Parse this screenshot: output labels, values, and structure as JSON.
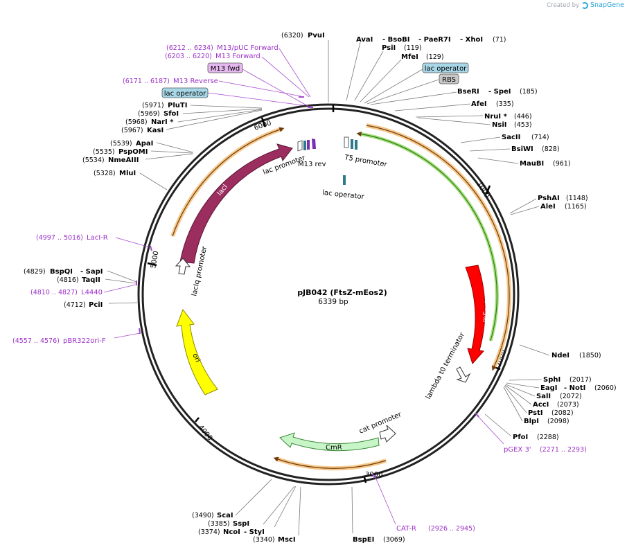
{
  "watermark": {
    "prefix": "Created by",
    "brand": "SnapGene"
  },
  "plasmid": {
    "name": "pJB042 (FtsZ-mEos2)",
    "length_label": "6339 bp",
    "length": 6339
  },
  "ticks": [
    {
      "bp": 1000,
      "label": "1000"
    },
    {
      "bp": 2000,
      "label": "2000"
    },
    {
      "bp": 3000,
      "label": "3000"
    },
    {
      "bp": 4000,
      "label": "4000"
    },
    {
      "bp": 5000,
      "label": "5000"
    },
    {
      "bp": 6000,
      "label": "6000"
    }
  ],
  "features": [
    {
      "key": "laci",
      "name": "lacI",
      "color": "#9b2d5f"
    },
    {
      "key": "meos2",
      "name": "mEos2",
      "color": "#ff0000"
    },
    {
      "key": "ori",
      "name": "ori",
      "color": "#ffff00"
    },
    {
      "key": "cmr",
      "name": "CmR",
      "color": "#c8f5c8"
    },
    {
      "key": "lambda",
      "name": "lambda t0 terminator",
      "color": "#ffffff"
    },
    {
      "key": "cat",
      "name": "cat promoter",
      "color": "#ffffff"
    },
    {
      "key": "laciq",
      "name": "lacIq promoter",
      "color": "#ffffff"
    },
    {
      "key": "lacpromoter",
      "name": "lac promoter",
      "color": "#ffffff"
    },
    {
      "key": "m13rev",
      "name": "M13 rev",
      "color": "#7a2fb0"
    },
    {
      "key": "t5",
      "name": "T5 promoter",
      "color": "#ffffff"
    },
    {
      "key": "lacop",
      "name": "lac operator",
      "color": "#2e7a8a"
    }
  ],
  "box_labels": [
    {
      "key": "m13fwd",
      "text": "M13 fwd",
      "fill": "#e6b8f0"
    },
    {
      "key": "lacop1",
      "text": "lac operator",
      "fill": "#a8d8e8"
    },
    {
      "key": "lacop2",
      "text": "lac operator",
      "fill": "#a8d8e8"
    },
    {
      "key": "rbs",
      "text": "RBS",
      "fill": "#c8c8c8"
    }
  ],
  "sites": [
    {
      "key": "pvui",
      "name": "PvuI",
      "pos": "(6320)"
    },
    {
      "key": "avai",
      "name": "AvaI",
      "sep1": "- BsoBI",
      "sep2": "- PaeR7I",
      "sep3": "- XhoI",
      "pos": "(71)"
    },
    {
      "key": "psii",
      "name": "PsiI",
      "pos": "(119)"
    },
    {
      "key": "mfei",
      "name": "MfeI",
      "pos": "(129)"
    },
    {
      "key": "beseri",
      "name": "BseRI",
      "extra": "- SpeI",
      "pos": "(185)"
    },
    {
      "key": "afei",
      "name": "AfeI",
      "pos": "(335)"
    },
    {
      "key": "nrui",
      "name": "NruI *",
      "pos": "(446)"
    },
    {
      "key": "nsii",
      "name": "NsiI",
      "pos": "(453)"
    },
    {
      "key": "sacii",
      "name": "SacII",
      "pos": "(714)"
    },
    {
      "key": "bsiwi",
      "name": "BsiWI",
      "pos": "(828)"
    },
    {
      "key": "maubi",
      "name": "MauBI",
      "pos": "(961)"
    },
    {
      "key": "pshai",
      "name": "PshAI",
      "pos": "(1148)"
    },
    {
      "key": "alei",
      "name": "AleI",
      "pos": "(1165)"
    },
    {
      "key": "ndei",
      "name": "NdeI",
      "pos": "(1850)"
    },
    {
      "key": "sphi",
      "name": "SphI",
      "pos": "(2017)"
    },
    {
      "key": "eagi",
      "name": "EagI",
      "extra": "- NotI",
      "pos": "(2060)"
    },
    {
      "key": "sali",
      "name": "SalI",
      "pos": "(2072)"
    },
    {
      "key": "acci",
      "name": "AccI",
      "pos": "(2073)"
    },
    {
      "key": "psti",
      "name": "PstI",
      "pos": "(2082)"
    },
    {
      "key": "blpi",
      "name": "BlpI",
      "pos": "(2098)"
    },
    {
      "key": "pfoi",
      "name": "PfoI",
      "pos": "(2288)"
    },
    {
      "key": "bspei",
      "name": "BspEI",
      "pos": "(3069)"
    },
    {
      "key": "msci",
      "name": "MscI",
      "pos": "(3340)"
    },
    {
      "key": "styi",
      "name": "NcoI",
      "extra": "- StyI",
      "pos": "(3374)"
    },
    {
      "key": "sspi",
      "name": "SspI",
      "pos": "(3385)"
    },
    {
      "key": "scai",
      "name": "ScaI",
      "pos": "(3490)"
    },
    {
      "key": "pcii",
      "name": "PciI",
      "pos": "(4712)"
    },
    {
      "key": "taqii",
      "name": "TaqII",
      "pos": "(4816)"
    },
    {
      "key": "bspqi",
      "name": "BspQI",
      "extra": "- SapI",
      "pos": "(4829)"
    },
    {
      "key": "mlui",
      "name": "MluI",
      "pos": "(5328)"
    },
    {
      "key": "nmeaiii",
      "name": "NmeAIII",
      "pos": "(5534)"
    },
    {
      "key": "pspomi",
      "name": "PspOMI",
      "pos": "(5535)"
    },
    {
      "key": "apai",
      "name": "ApaI",
      "pos": "(5539)"
    },
    {
      "key": "kasi",
      "name": "KasI",
      "pos": "(5967)"
    },
    {
      "key": "nari",
      "name": "NarI *",
      "pos": "(5968)"
    },
    {
      "key": "sfoi",
      "name": "SfoI",
      "pos": "(5969)"
    },
    {
      "key": "pluti",
      "name": "PluTI",
      "pos": "(5971)"
    }
  ],
  "primers": [
    {
      "key": "m13puc",
      "name": "M13/pUC Forward",
      "pos": "(6212 .. 6234)"
    },
    {
      "key": "m13fwdp",
      "name": "M13 Forward",
      "pos": "(6203 .. 6220)"
    },
    {
      "key": "m13revp",
      "name": "M13 Reverse",
      "pos": "(6171 .. 6187)"
    },
    {
      "key": "laci_r",
      "name": "LacI-R",
      "pos": "(4997 .. 5016)"
    },
    {
      "key": "l4440",
      "name": "L4440",
      "pos": "(4810 .. 4827)"
    },
    {
      "key": "pbr",
      "name": "pBR322ori-F",
      "pos": "(4557 .. 4576)"
    },
    {
      "key": "pgex",
      "name": "pGEX 3'",
      "pos": "(2271 .. 2293)"
    },
    {
      "key": "catr",
      "name": "CAT-R",
      "pos": "(2926 .. 2945)"
    }
  ]
}
